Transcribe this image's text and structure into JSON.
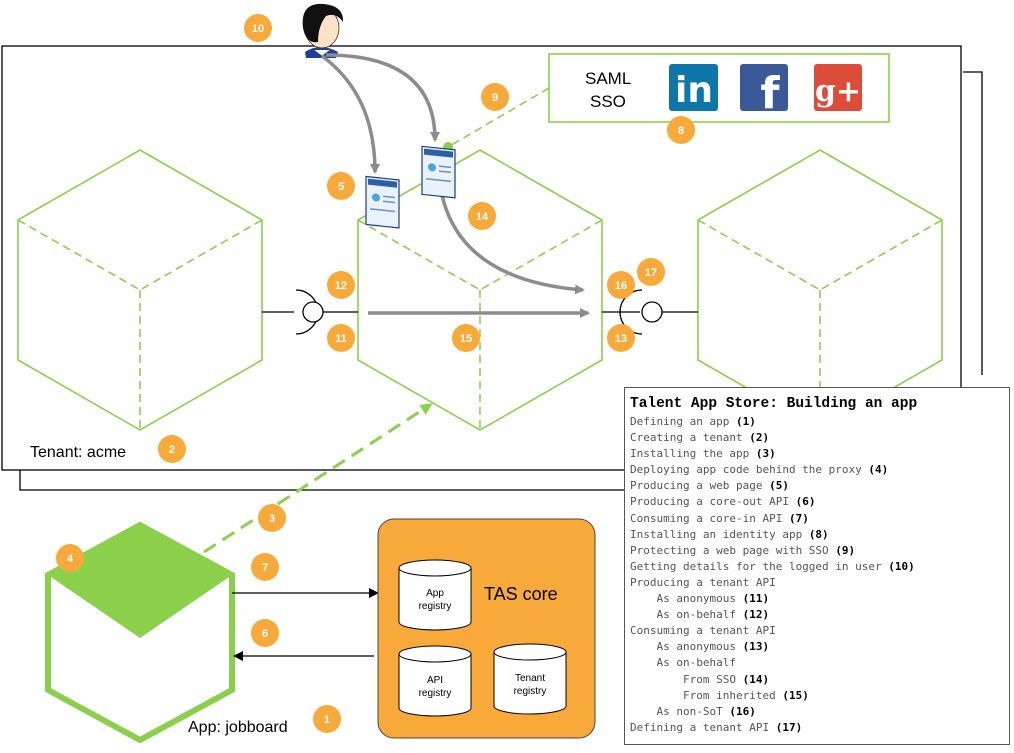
{
  "labels": {
    "tenant": "Tenant: acme",
    "app": "App: jobboard",
    "tas_core": "TAS core",
    "saml_line1": "SAML",
    "saml_line2": "SSO",
    "app_registry_line1": "App",
    "app_registry_line2": "registry",
    "api_registry_line1": "API",
    "api_registry_line2": "registry",
    "tenant_registry_line1": "Tenant",
    "tenant_registry_line2": "registry"
  },
  "badges": [
    "1",
    "2",
    "3",
    "4",
    "5",
    "6",
    "7",
    "8",
    "9",
    "10",
    "11",
    "12",
    "13",
    "14",
    "15",
    "16",
    "17"
  ],
  "social": {
    "linkedin": "in",
    "facebook": "f",
    "googleplus": "g+"
  },
  "colors": {
    "green": "#8bd04a",
    "orange": "#f7a939",
    "gray_arrow": "#8c8c8c",
    "linkedin": "#0e76a8",
    "facebook": "#3b5998",
    "googleplus": "#dd4b39"
  },
  "legend": {
    "title": "Talent App Store: Building an app",
    "items": [
      {
        "text": "Defining an app ",
        "num": "(1)"
      },
      {
        "text": "Creating a tenant ",
        "num": "(2)"
      },
      {
        "text": "Installing the app ",
        "num": "(3)"
      },
      {
        "text": "Deploying app code behind the proxy ",
        "num": "(4)"
      },
      {
        "text": "Producing a web page ",
        "num": "(5)"
      },
      {
        "text": "Producing a core-out API ",
        "num": "(6)"
      },
      {
        "text": "Consuming a core-in API ",
        "num": "(7)"
      },
      {
        "text": "Installing an identity app ",
        "num": "(8)"
      },
      {
        "text": "Protecting a web page with SSO ",
        "num": "(9)"
      },
      {
        "text": "Getting details for the logged in user ",
        "num": "(10)"
      },
      {
        "text": "Producing a tenant API",
        "num": ""
      },
      {
        "text": "    As anonymous ",
        "num": "(11)"
      },
      {
        "text": "    As on-behalf ",
        "num": "(12)"
      },
      {
        "text": "Consuming a tenant API",
        "num": ""
      },
      {
        "text": "    As anonymous ",
        "num": "(13)"
      },
      {
        "text": "    As on-behalf",
        "num": ""
      },
      {
        "text": "        From SSO ",
        "num": "(14)"
      },
      {
        "text": "        From inherited ",
        "num": "(15)"
      },
      {
        "text": "    As non-SoT ",
        "num": "(16)"
      },
      {
        "text": "Defining a tenant API ",
        "num": "(17)"
      }
    ]
  }
}
